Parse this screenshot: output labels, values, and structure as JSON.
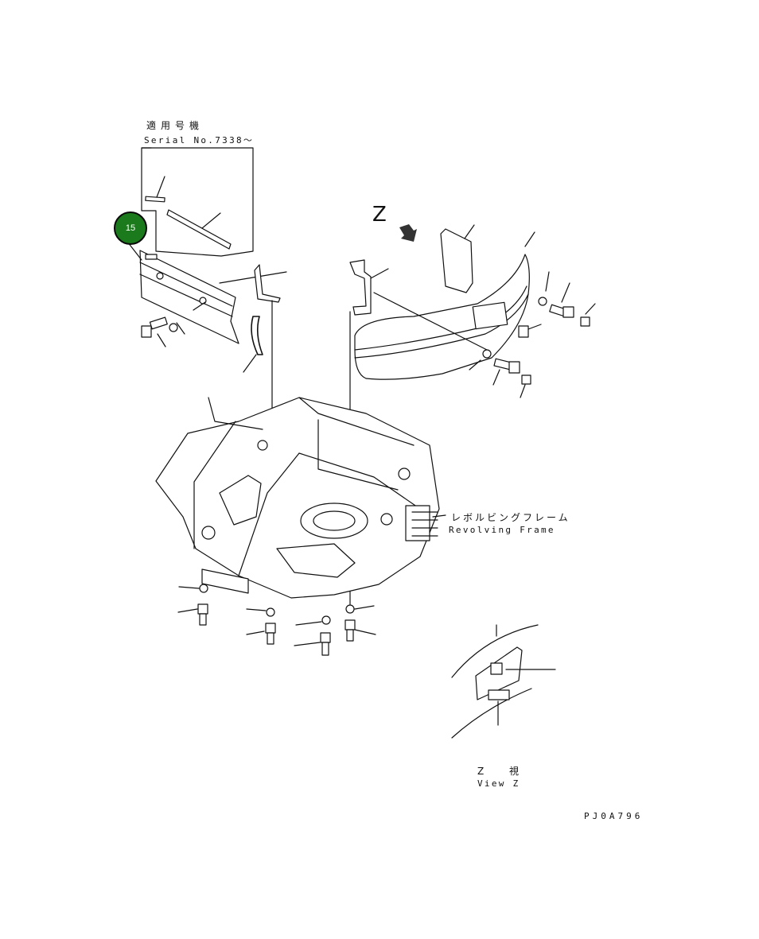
{
  "applicability": {
    "jp": "適用号機",
    "serial": "Serial No.7338〜"
  },
  "view_marker": "Z",
  "callout": {
    "number": "15",
    "color": "#1b7a1b"
  },
  "frame_label": {
    "jp": "レボルビングフレーム",
    "en": "Revolving Frame"
  },
  "view_label": {
    "jp": "Z 視",
    "en": "View Z"
  },
  "drawing_code": "PJ0A796"
}
